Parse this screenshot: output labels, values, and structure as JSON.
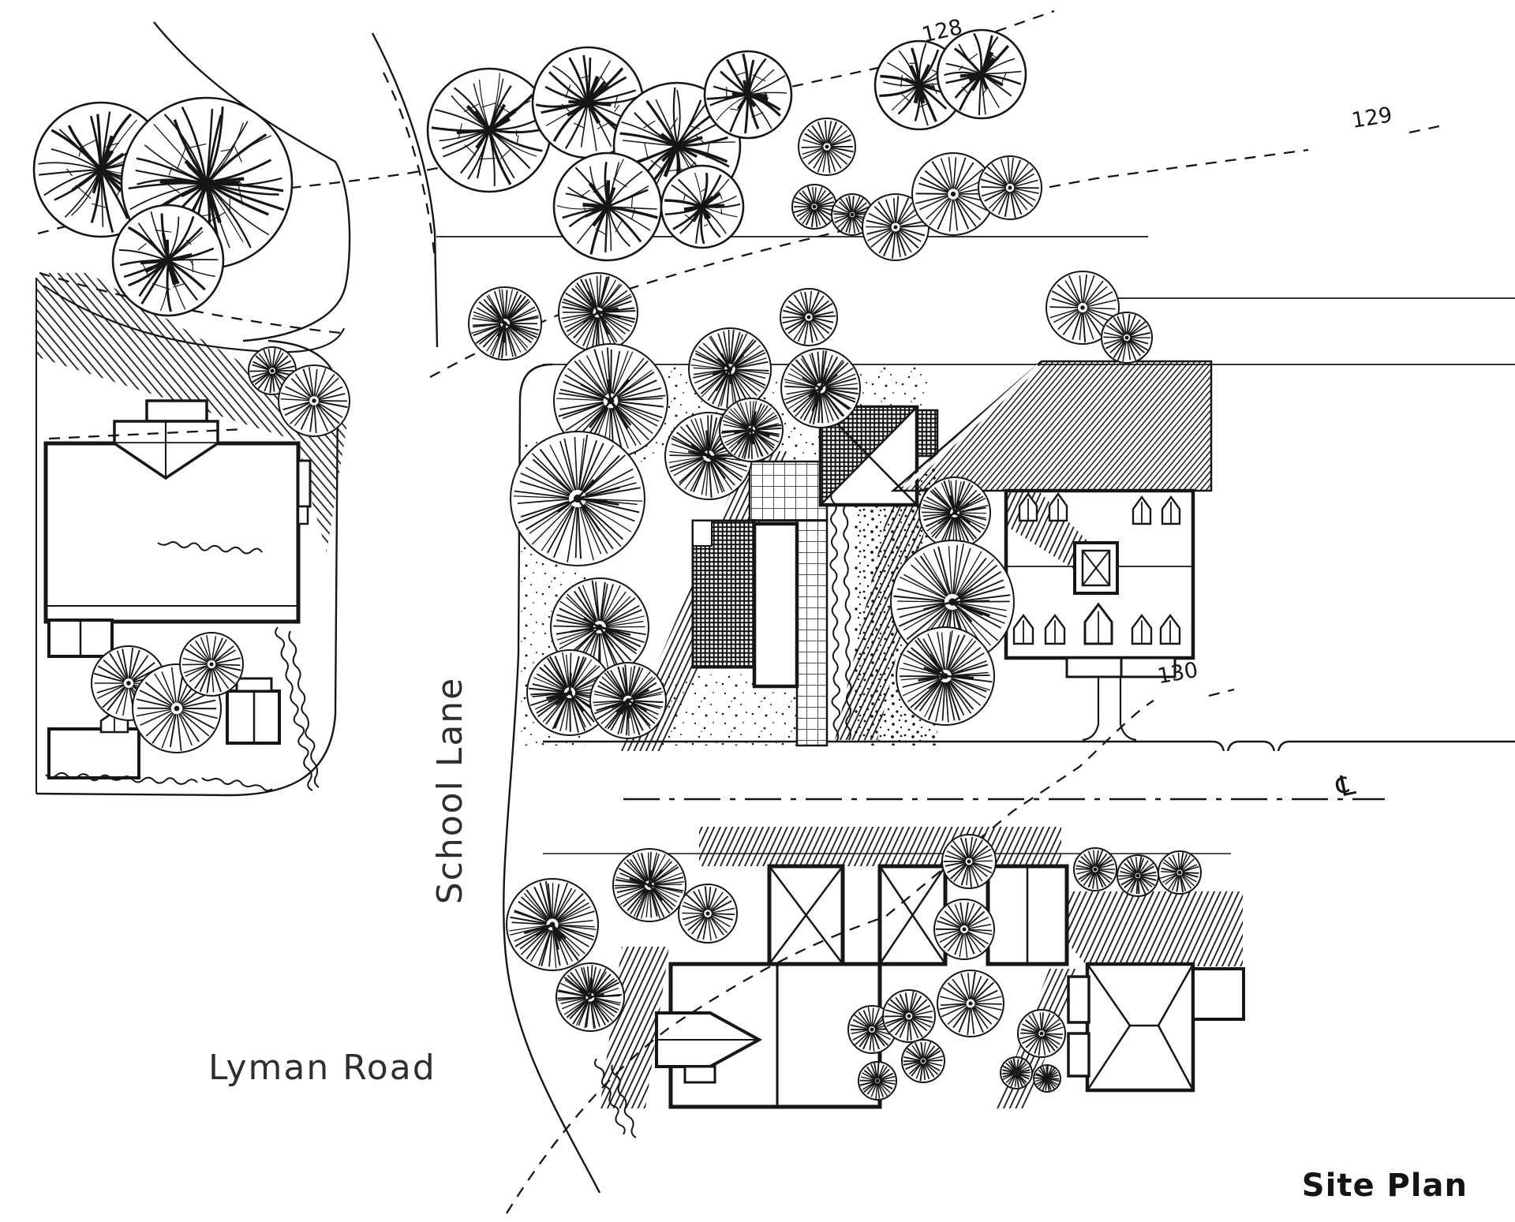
{
  "labels": {
    "title": "Site Plan",
    "school_lane": "School Lane",
    "lyman_road": "Lyman Road",
    "contour_128": "128",
    "contour_129": "129",
    "contour_130": "130",
    "centerline": "℄"
  },
  "colors": {
    "ink": "#161616",
    "paper": "#ffffff"
  }
}
